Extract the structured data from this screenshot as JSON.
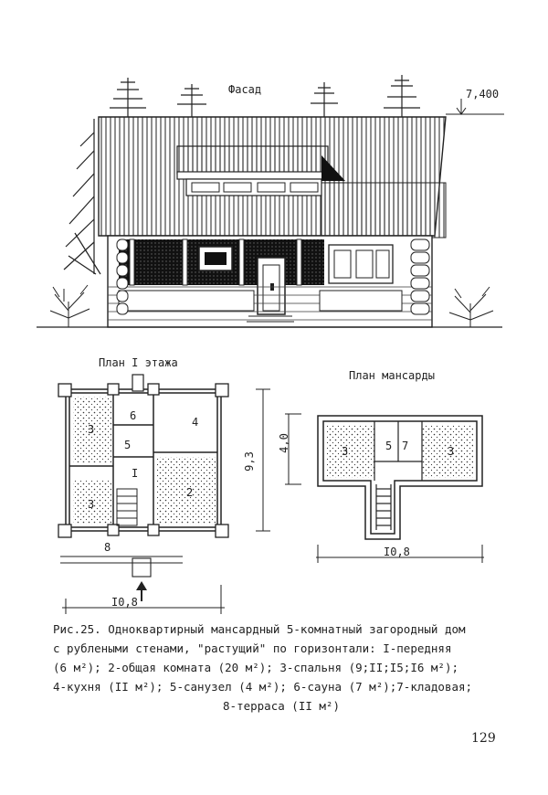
{
  "facade": {
    "title": "Фасад",
    "height_mark": "7,400"
  },
  "plan1": {
    "title": "План I этажа",
    "rooms": {
      "r3a": "3",
      "r3b": "3",
      "r6": "6",
      "r4": "4",
      "r5": "5",
      "rI": "I",
      "r2": "2",
      "r8": "8"
    },
    "dim_width": "I0,8",
    "dim_depth": "9,3",
    "dim_attic": "4,0"
  },
  "plan2": {
    "title": "План мансарды",
    "rooms": {
      "r3a": "3",
      "r5": "5",
      "r7": "7",
      "r3b": "3"
    },
    "dim_width": "I0,8"
  },
  "caption": {
    "line1": "Рис.25. Одноквартирный мансардный 5-комнатный загородный дом",
    "line2": "с рублеными стенами, \"растущий\" по горизонтали: I-передняя",
    "line3": "(6 м²); 2-общая комната (20 м²); 3-спальня (9;II;I5;I6 м²);",
    "line4": "4-кухня (II м²); 5-санузел (4 м²); 6-сауна (7 м²);7-кладовая;",
    "line5": "8-терраса (II м²)"
  },
  "page_number": "129"
}
